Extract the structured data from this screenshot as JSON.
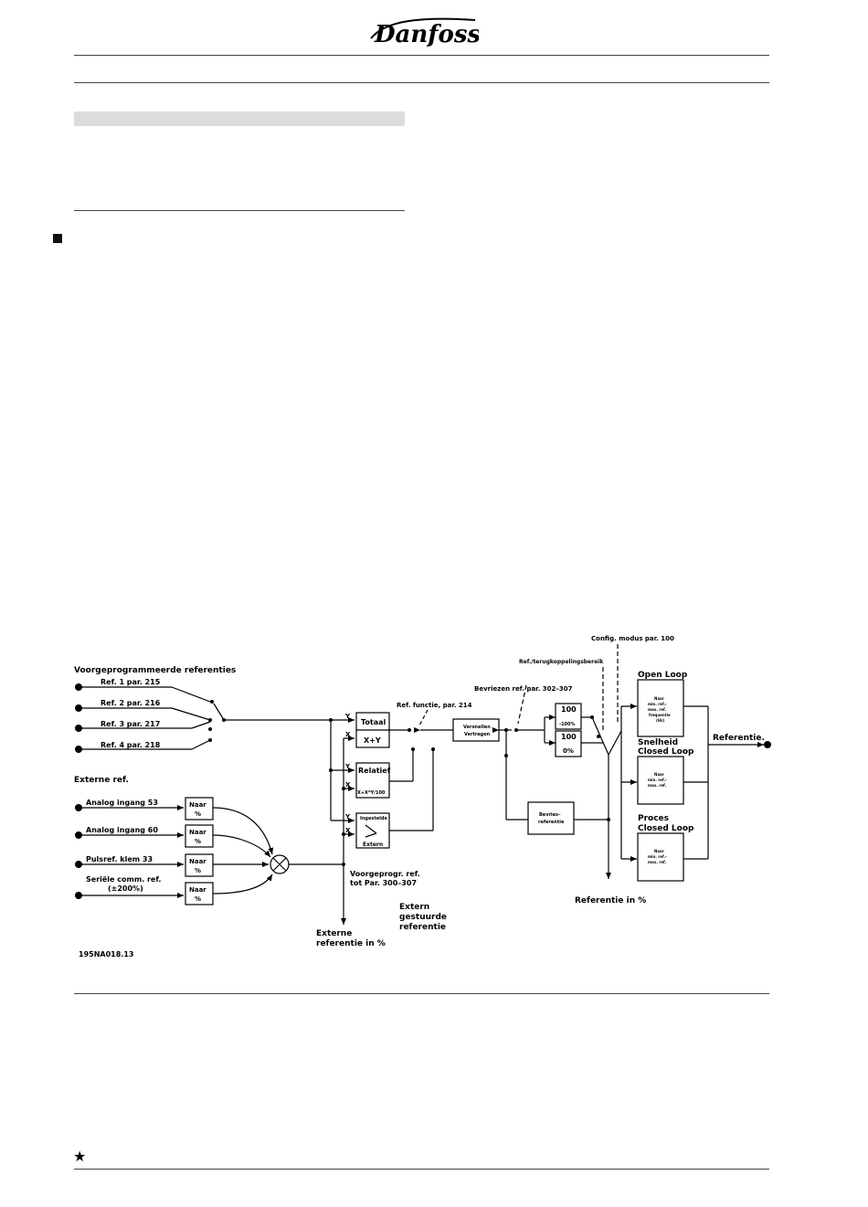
{
  "header": {
    "logo_text": "Danfoss"
  },
  "diagram": {
    "labels": {
      "preset_title": "Voorgeprogrammeerde referenties",
      "ref1": "Ref.  1   par.  215",
      "ref2": "Ref.  2   par.  216",
      "ref3": "Ref.  3   par.  217",
      "ref4": "Ref.  4   par.  218",
      "ext_title": "Externe ref.",
      "ain53": "Analog  ingang  53",
      "ain60": "Analog  ingang  60",
      "pulse33": "Pulsref.  klem  33",
      "serial1": "Seriële  comm.  ref.",
      "serial2": "(±200%)",
      "naar": "Naar",
      "pct": "%",
      "totaal": "Totaal",
      "xy": "X+Y",
      "relatief": "Relatief",
      "relformula": "X+X*Y/100",
      "ingesteld": "Ingestelde",
      "extern": "Extern",
      "y": "Y",
      "x": "X",
      "ref_func": "Ref.  functie,  par.  214",
      "versnellen": "Versnellen",
      "vertragen": "Vertragen",
      "bevriezen": "Bevriezen  ref.  par.  302–307",
      "ref_terug": "Ref./terugkoppelingsbereik",
      "config": "Config.  modus  par.  100",
      "v100": "100",
      "m100": "-100%",
      "z0": "0%",
      "bevries_ref1": "Bevries–",
      "bevries_ref2": "referentie",
      "open_loop": "Open  Loop",
      "snelheid": "Snelheid",
      "closed_loop": "Closed  Loop",
      "proces": "Proces",
      "naar_small": "Naar",
      "minmax1": "min.  ref.–",
      "minmax2": "max.  ref.",
      "freq1": "frequentie",
      "freq2": "(Hz)",
      "referentie_out": "Referentie.",
      "ref_in_pct": "Referentie  in  %",
      "voorgeprogr1": "Voorgeprogr.  ref.",
      "voorgeprogr2": "tot  Par.  300–307",
      "ext_gestuurd1": "Extern",
      "ext_gestuurd2": "gestuurde",
      "ext_gestuurd3": "referentie",
      "ext_ref_pct1": "Externe",
      "ext_ref_pct2": "referentie  in  %",
      "code": "195NA018.13"
    }
  }
}
